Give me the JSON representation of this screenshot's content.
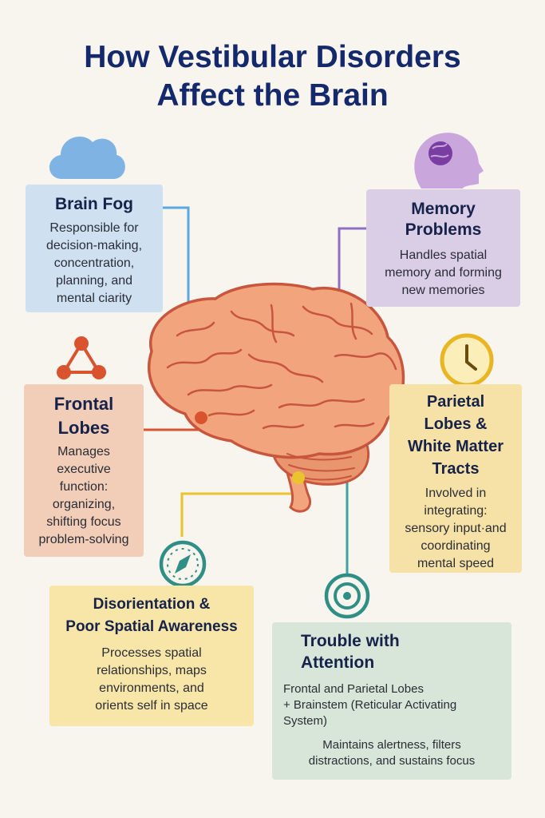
{
  "title": {
    "line1": "How Vestibular Disorders",
    "line2": "Affect the Brain"
  },
  "cards": {
    "brain_fog": {
      "heading": "Brain Fog",
      "body": [
        "Responsible for",
        "decision-making,",
        "concentration,",
        "planning, and",
        "mental ciarity"
      ],
      "icon": "cloud-icon",
      "color": "#cfe0f1"
    },
    "memory": {
      "heading": [
        "Memory",
        "Problems"
      ],
      "body": [
        "Handles spatial",
        "memory and forming",
        "new memories"
      ],
      "icon": "head-brain-icon",
      "color": "#dacde6"
    },
    "frontal": {
      "heading": [
        "Frontal",
        "Lobes"
      ],
      "body": [
        "Manages",
        "executive",
        "function:",
        "organizing,",
        "shifting focus",
        "problem-solving"
      ],
      "icon": "triangle-network-icon",
      "color": "#f2cdb7"
    },
    "parietal": {
      "heading": [
        "Parietal",
        "Lobes &",
        "White Matter",
        "Tracts"
      ],
      "body": [
        "Involved in",
        "integrating:",
        "sensory input·and",
        "coordinating",
        "mental speed"
      ],
      "icon": "clock-icon",
      "color": "#f6e2a6"
    },
    "disorientation": {
      "heading": [
        "Disorientation &",
        "Poor Spatial Awareness"
      ],
      "body": [
        "Processes spatial",
        "relationships, maps",
        "environments, and",
        "orients self in space"
      ],
      "icon": "compass-icon",
      "color": "#f7e6a7"
    },
    "attention": {
      "heading": [
        "Trouble with",
        "Attention"
      ],
      "intro": [
        "Frontal and Parietal Lobes",
        "+ Brainstem (Reticular Activating",
        "System)"
      ],
      "body": [
        "Maintains alertness, filters",
        "distractions, and sustains focus"
      ],
      "icon": "target-icon",
      "color": "#d8e6d9"
    }
  },
  "colors": {
    "title": "#13296b",
    "brain": "#f2a57d",
    "brain_outline": "#c8553d",
    "connector_blue": "#5aa9e0",
    "connector_purple": "#8e6fc6",
    "connector_red": "#d9532f",
    "connector_yellow": "#eac42c",
    "connector_teal": "#3fa39c"
  }
}
